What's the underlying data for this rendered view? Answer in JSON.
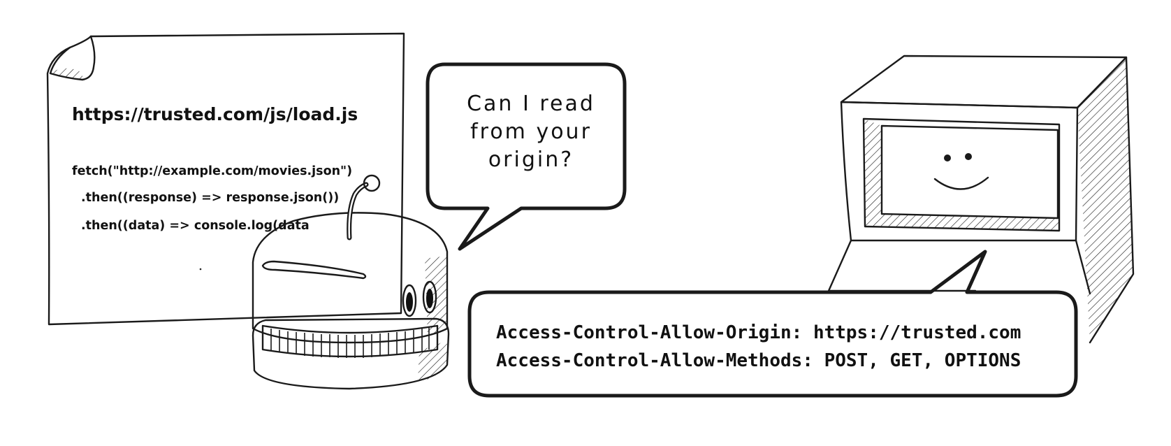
{
  "document": {
    "url": "https://trusted.com/js/load.js",
    "code_lines": [
      "fetch(\"http://example.com/movies.json\")",
      ".then((response) => response.json())",
      ".then((data) => console.log(data"
    ]
  },
  "speech_bubble_request": {
    "lines": [
      "Can I read",
      "from your",
      "origin?"
    ]
  },
  "speech_bubble_response": {
    "lines": [
      "Access-Control-Allow-Origin: https://trusted.com",
      "Access-Control-Allow-Methods: POST, GET, OPTIONS"
    ]
  }
}
